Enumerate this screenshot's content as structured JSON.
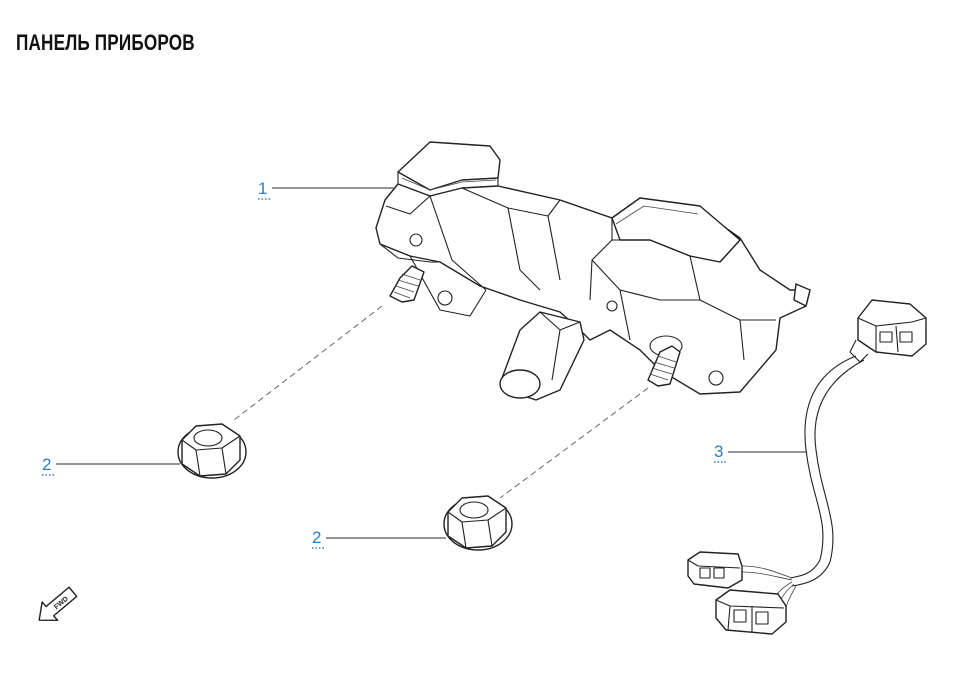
{
  "title": "ПАНЕЛЬ ПРИБОРОВ",
  "callouts": [
    {
      "id": "callout-1",
      "label": "1"
    },
    {
      "id": "callout-2a",
      "label": "2"
    },
    {
      "id": "callout-2b",
      "label": "2"
    },
    {
      "id": "callout-3",
      "label": "3"
    }
  ],
  "direction_marker": {
    "label": "FWD",
    "icon": "forward-arrow-icon"
  },
  "colors": {
    "callout": "#2b7fc3",
    "line": "#222222",
    "background": "#ffffff"
  }
}
